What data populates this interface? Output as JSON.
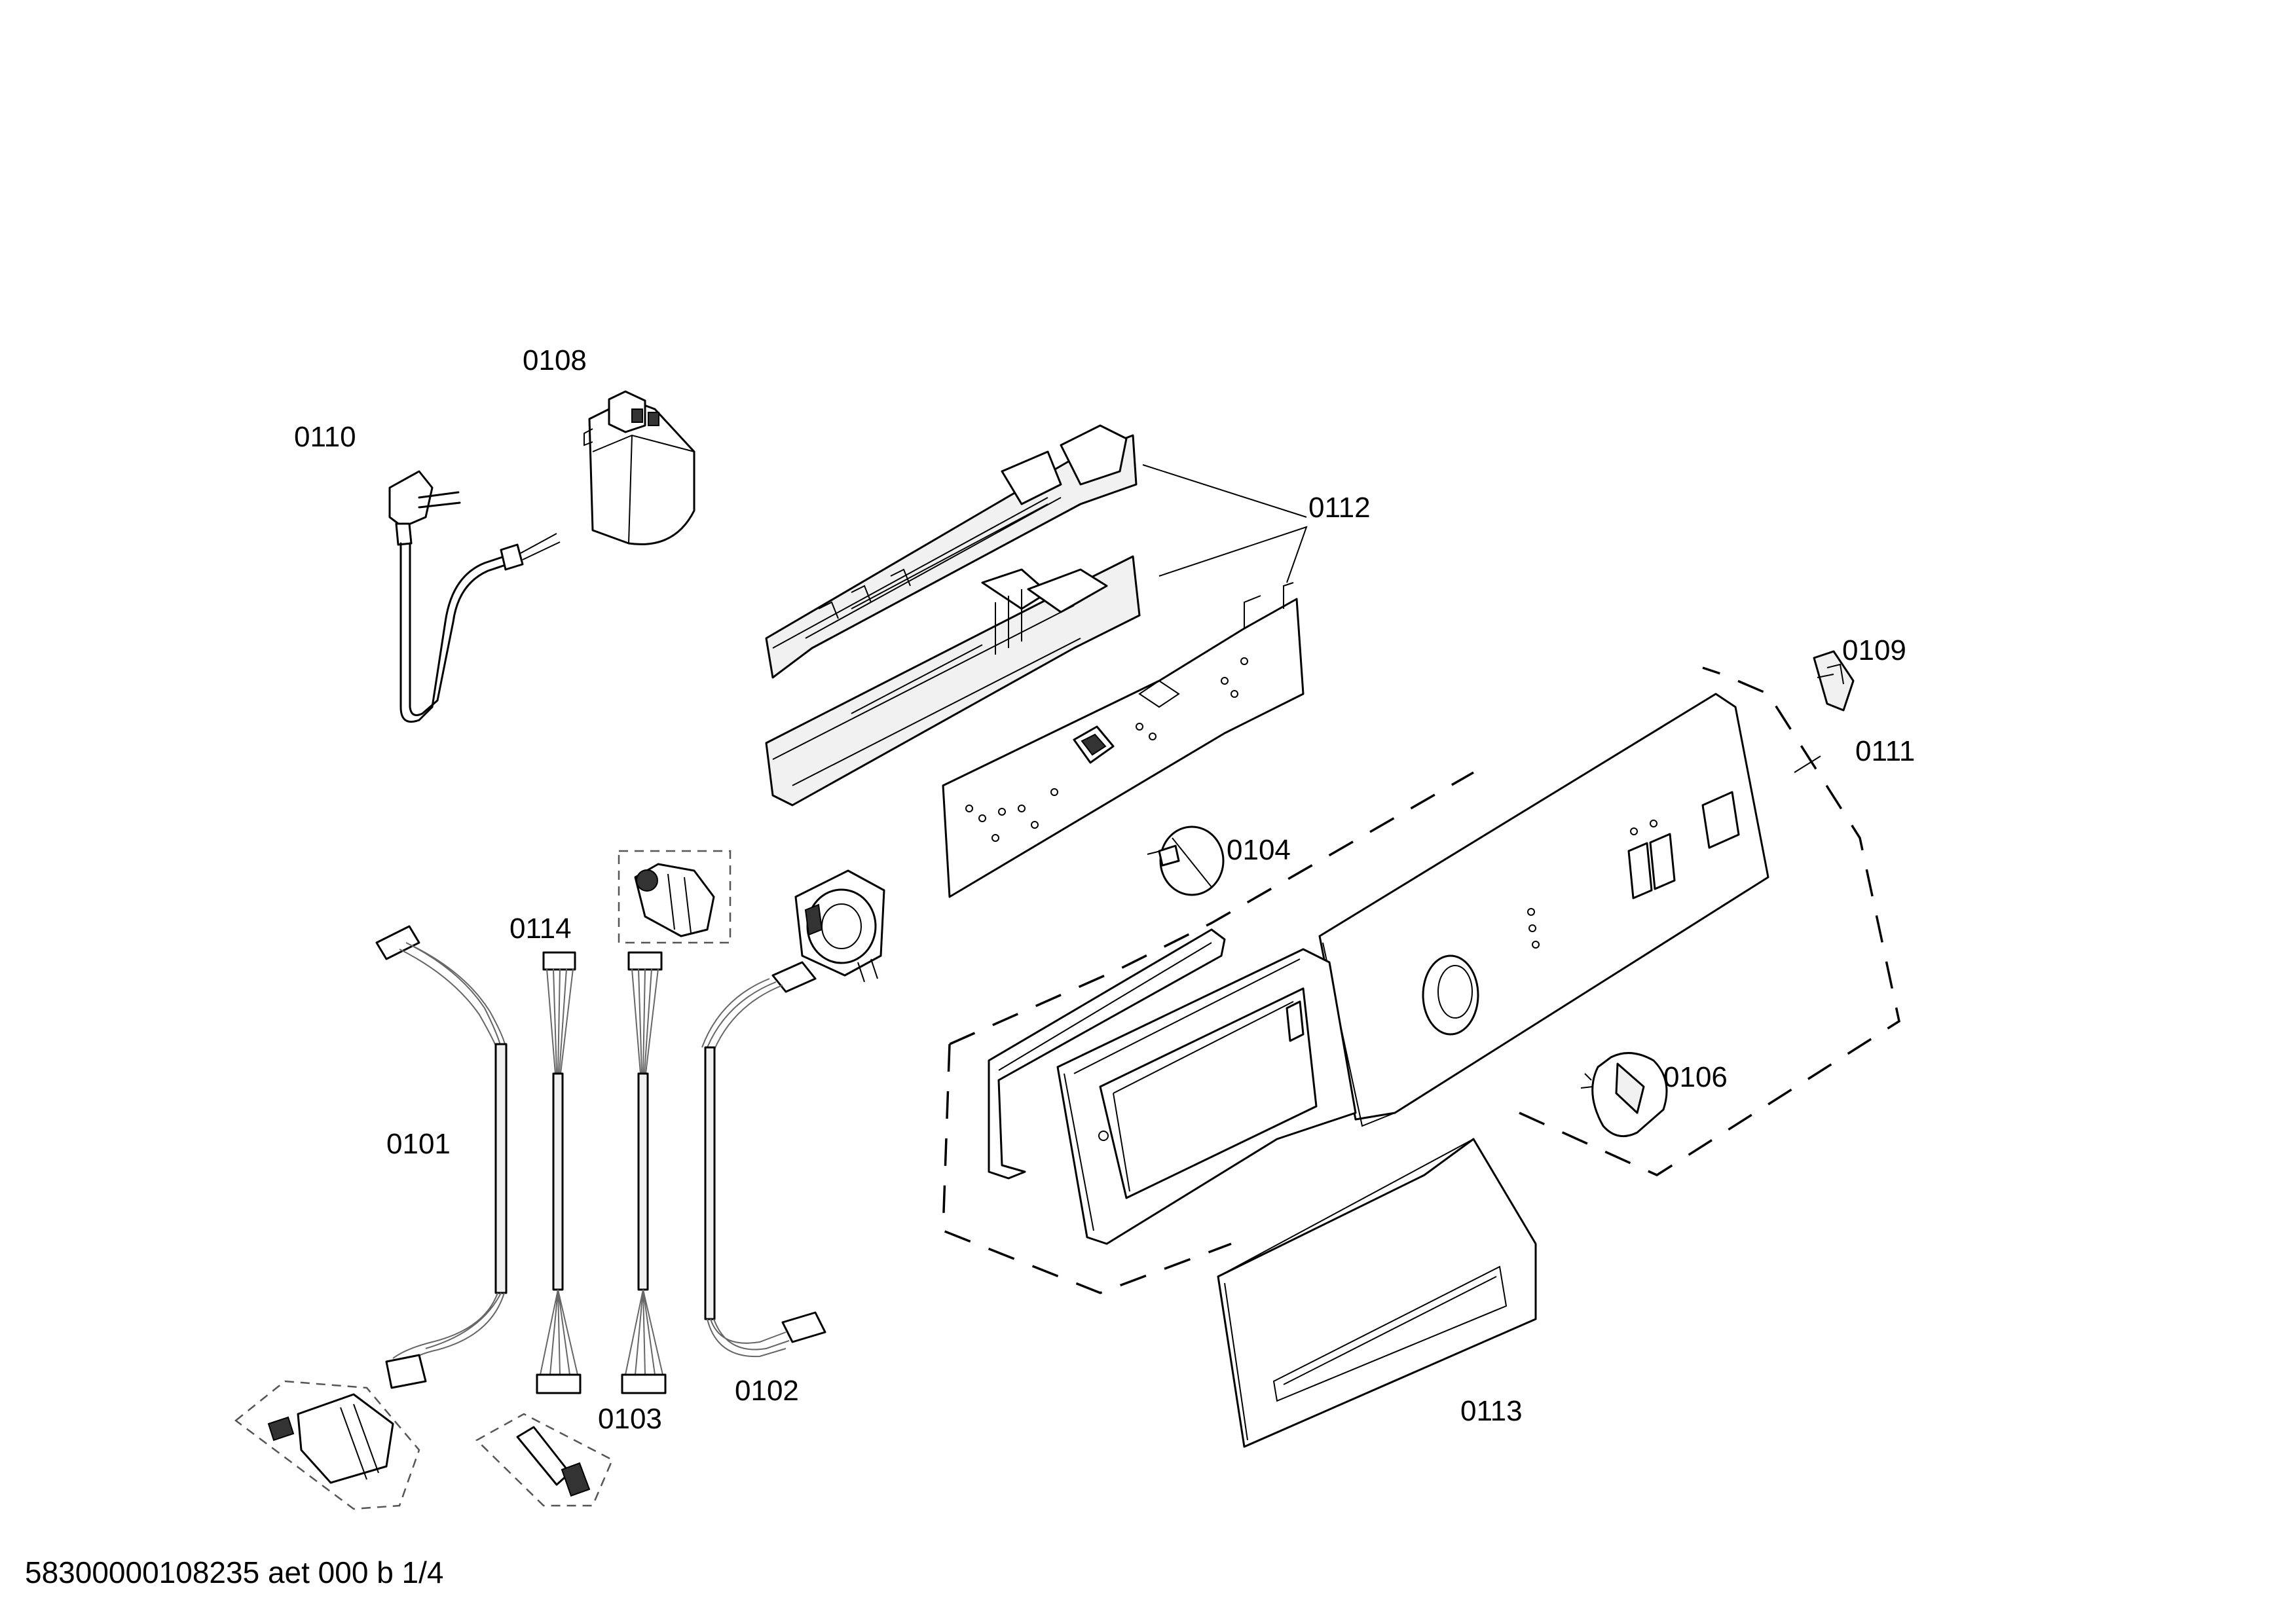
{
  "callouts": {
    "p0101": "0101",
    "p0102": "0102",
    "p0103": "0103",
    "p0104": "0104",
    "p0106": "0106",
    "p0108": "0108",
    "p0109": "0109",
    "p0110": "0110",
    "p0111": "0111",
    "p0112": "0112",
    "p0113": "0113",
    "p0114": "0114"
  },
  "footer": {
    "code": "58300000108235 aet 000 b 1/4"
  }
}
